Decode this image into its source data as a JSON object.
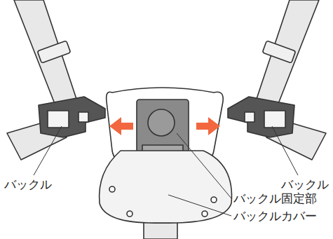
{
  "diagram": {
    "labels": [
      "バックル",
      "バックル",
      "バックル固定部",
      "バックルカバー"
    ]
  }
}
